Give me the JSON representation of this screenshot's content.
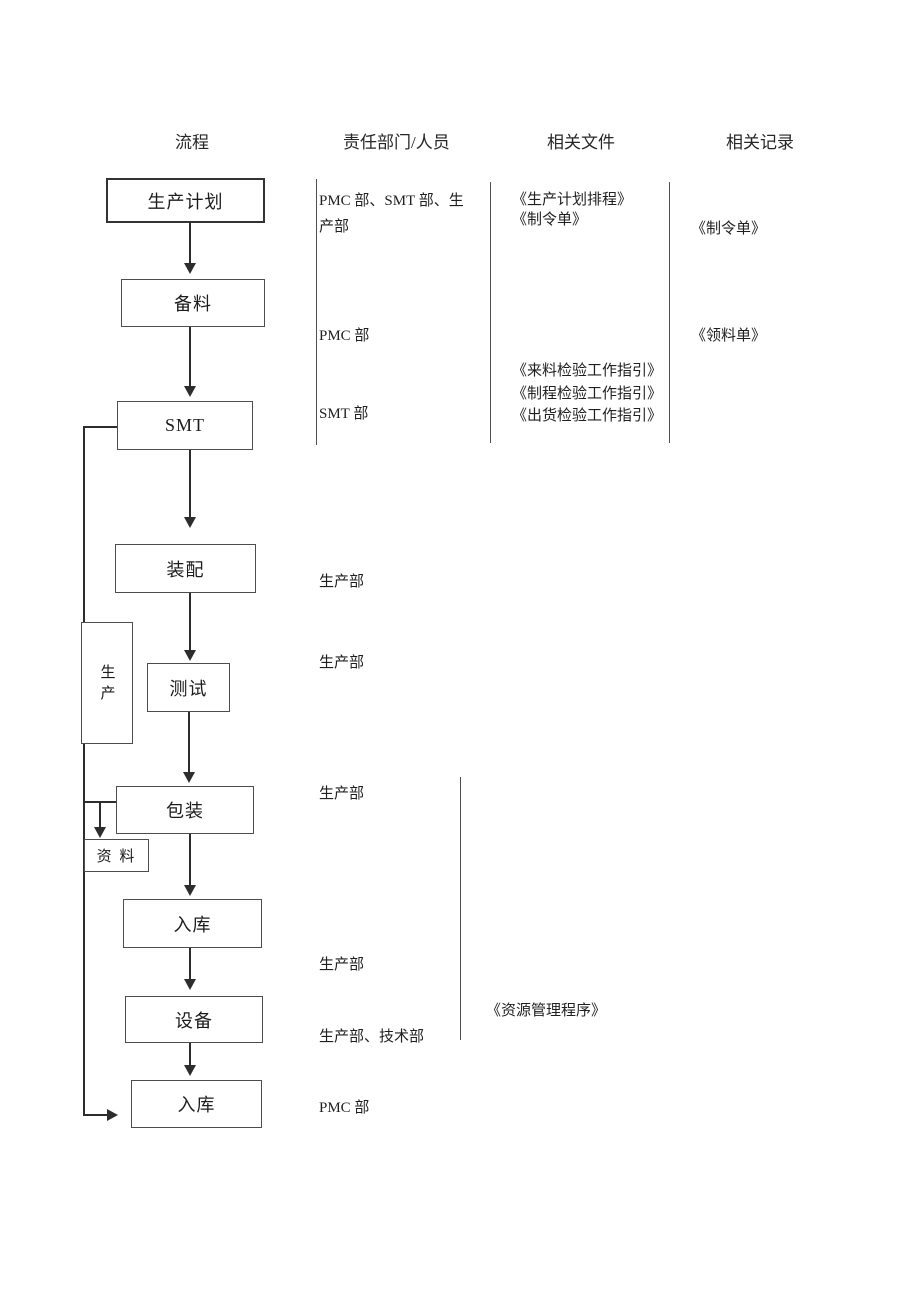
{
  "headers": {
    "process": "流程",
    "responsible": "责任部门/人员",
    "documents": "相关文件",
    "records": "相关记录"
  },
  "flowchart": {
    "nodes": {
      "plan": "生产计划",
      "material": "备料",
      "smt": "SMT",
      "assembly": "装配",
      "test": "测试",
      "production_side": "生产",
      "packaging": "包装",
      "data": "资 料",
      "warehouse1": "入库",
      "equipment": "设备",
      "warehouse2": "入库"
    }
  },
  "annotations": {
    "responsible": [
      "PMC 部、SMT 部、生产部",
      "PMC 部",
      "SMT 部",
      "生产部",
      "生产部",
      "生产部",
      "生产部",
      "生产部、技术部",
      "PMC 部"
    ],
    "documents": [
      "《生产计划排程》",
      "《制令单》",
      "《来料检验工作指引》",
      "《制程检验工作指引》",
      "《出货检验工作指引》",
      "《资源管理程序》"
    ],
    "records": [
      "《制令单》",
      "《领料单》"
    ]
  },
  "colors": {
    "background": "#ffffff",
    "text": "#1f1f1f",
    "line": "#2d2d2d"
  }
}
